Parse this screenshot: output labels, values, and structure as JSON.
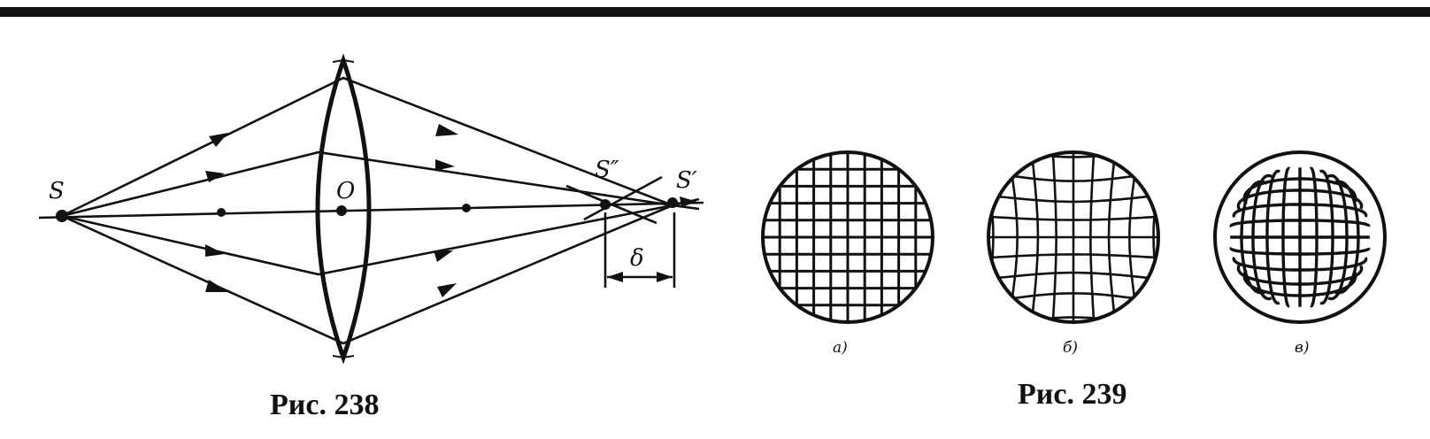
{
  "figure_238": {
    "caption": "Рис. 238",
    "labels": {
      "source": "S",
      "center": "O",
      "image_near": "S″",
      "image_far": "S′",
      "delta": "δ"
    }
  },
  "figure_239": {
    "caption": "Рис. 239",
    "panels": [
      {
        "label": "а)",
        "grid": "square"
      },
      {
        "label": "б)",
        "grid": "pincushion"
      },
      {
        "label": "в)",
        "grid": "barrel"
      }
    ]
  }
}
